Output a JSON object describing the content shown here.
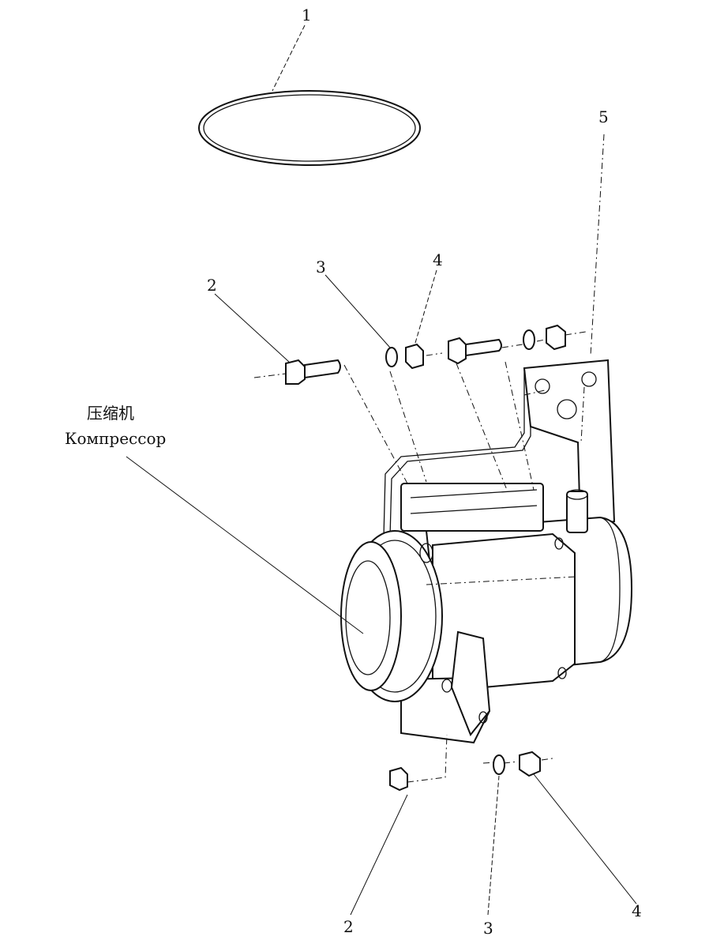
{
  "caption": {
    "line_cn": "压缩机",
    "line_ru": "Компрессор"
  },
  "callouts": [
    {
      "id": "c1",
      "label": "1"
    },
    {
      "id": "c5",
      "label": "5"
    },
    {
      "id": "c3a",
      "label": "3"
    },
    {
      "id": "c4a",
      "label": "4"
    },
    {
      "id": "c2a",
      "label": "2"
    },
    {
      "id": "c2b",
      "label": "2"
    },
    {
      "id": "c3b",
      "label": "3"
    },
    {
      "id": "c4b",
      "label": "4"
    }
  ],
  "parts": {
    "1": "belt",
    "2": "bolt",
    "3": "washer",
    "4": "nut",
    "5": "bracket"
  }
}
